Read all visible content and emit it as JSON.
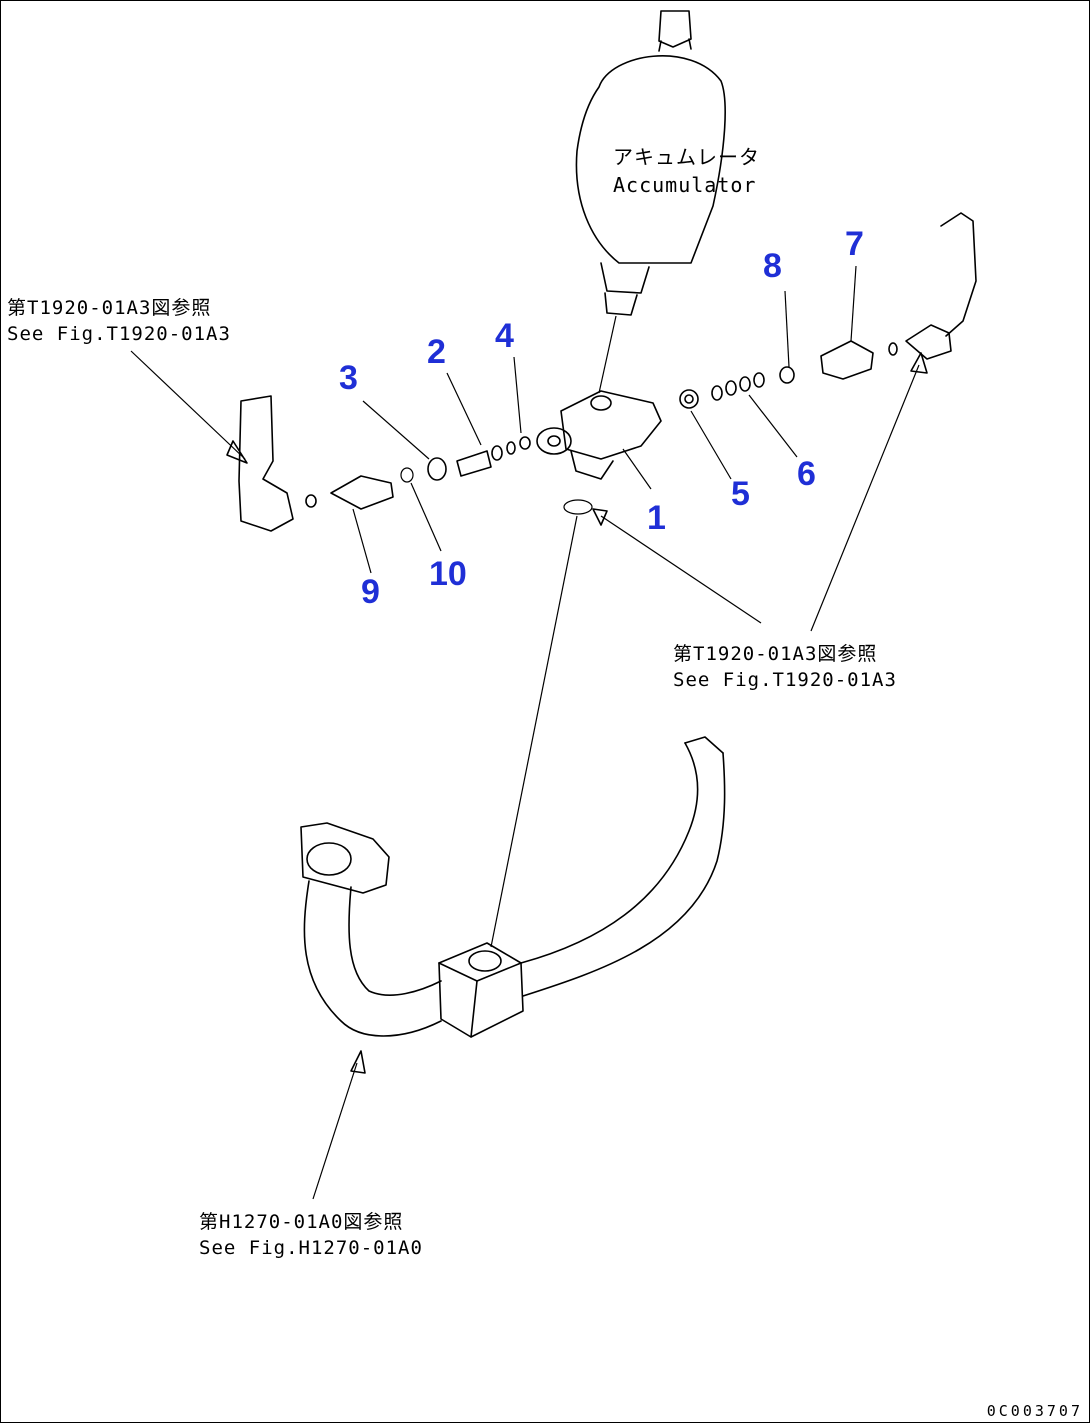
{
  "component": {
    "name_jp": "アキュムレータ",
    "name_en": "Accumulator"
  },
  "callouts": {
    "c1": "1",
    "c2": "2",
    "c3": "3",
    "c4": "4",
    "c5": "5",
    "c6": "6",
    "c7": "7",
    "c8": "8",
    "c9": "9",
    "c10": "10"
  },
  "references": {
    "left": {
      "jp": "第T1920-01A3図参照",
      "en": "See Fig.T1920-01A3"
    },
    "right": {
      "jp": "第T1920-01A3図参照",
      "en": "See Fig.T1920-01A3"
    },
    "bottom": {
      "jp": "第H1270-01A0図参照",
      "en": "See Fig.H1270-01A0"
    }
  },
  "drawing_number": "0C003707",
  "colors": {
    "callout": "#1f2fd6",
    "line": "#000000",
    "background": "#ffffff"
  }
}
